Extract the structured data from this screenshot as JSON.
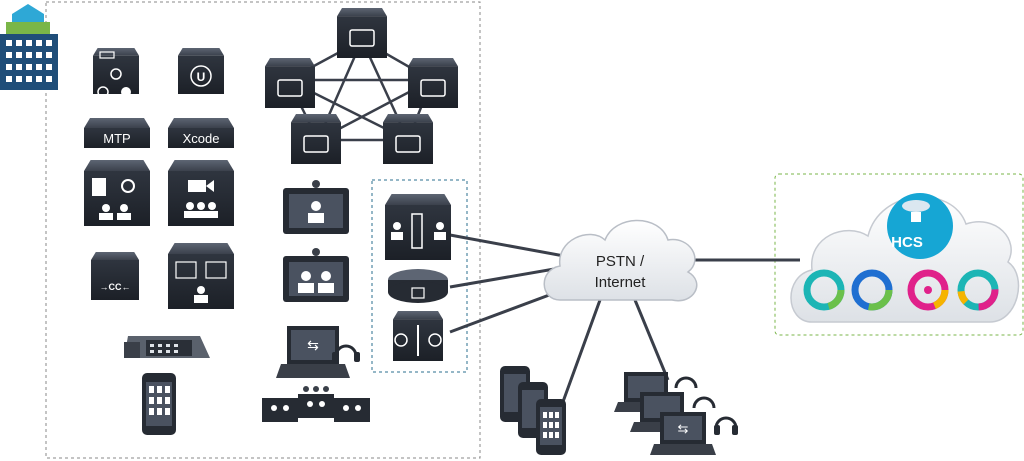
{
  "labels": {
    "mtp": "MTP",
    "xcode": "Xcode",
    "cloud_line1": "PSTN /",
    "cloud_line2": "Internet",
    "hcs": "HCS"
  },
  "colors": {
    "device_dark": "#262b33",
    "device_top": "#4a5260",
    "line": "#3a3f4a",
    "building": "#1f4e79",
    "building_roof": "#2ea8d6",
    "hcs_badge": "#16a6d4",
    "cloud_fill": "#eef0f3",
    "frame_gray": "#888888",
    "frame_green": "#7ab648",
    "webex_teal": "#1cb5b5",
    "webex_green": "#6bc04b",
    "webex_blue": "#1f6fd1",
    "webex_pink": "#e0218a",
    "webex_yellow": "#f5b400"
  },
  "icons": [
    "building-icon",
    "media-resource-icon",
    "transcoder-icon",
    "mtp-switch-icon",
    "xcode-switch-icon",
    "recording-server-icon",
    "video-conference-server-icon",
    "contact-center-icon",
    "conference-bridge-icon",
    "desk-phone-icon",
    "mobile-phone-icon",
    "call-manager-icon",
    "video-endpoint-icon",
    "softphone-icon",
    "headset-icon",
    "telepresence-icon",
    "firewall-icon",
    "router-icon",
    "border-element-icon",
    "cloud-icon",
    "hcs-icon",
    "webex-icon",
    "mobile-cluster-icon",
    "laptop-cluster-icon"
  ]
}
